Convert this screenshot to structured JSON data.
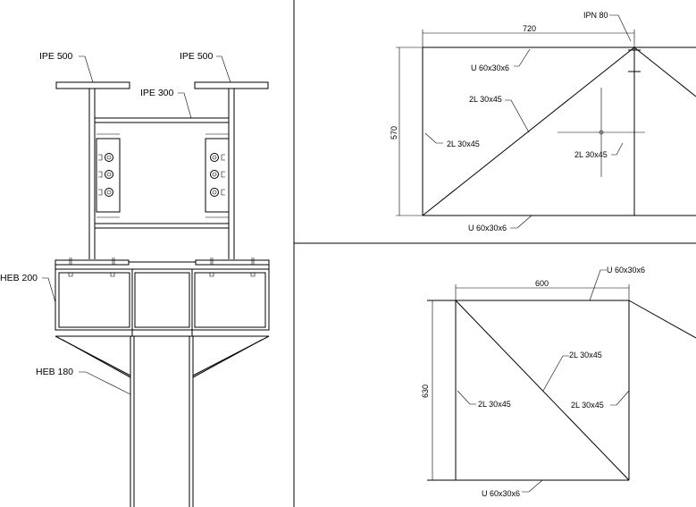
{
  "left_view": {
    "labels": {
      "ipe500_left": "IPE 500",
      "ipe500_right": "IPE 500",
      "ipe300": "IPE 300",
      "heb200": "HEB 200",
      "heb180": "HEB 180"
    }
  },
  "top_right_view": {
    "dim_width": "720",
    "dim_height": "570",
    "labels": {
      "ipn80": "IPN 80",
      "u_top": "U 60x30x6",
      "diag_2l": "2L 30x45",
      "left_2l": "2L 30x45",
      "right_2l": "2L 30x45",
      "u_bottom": "U 60x30x6"
    }
  },
  "bottom_right_view": {
    "dim_width": "600",
    "dim_height": "630",
    "labels": {
      "u_top": "U 60x30x6",
      "diag_2l": "2L 30x45",
      "left_2l": "2L 30x45",
      "right_2l": "2L 30x45",
      "u_bottom": "U 60x30x6"
    }
  }
}
